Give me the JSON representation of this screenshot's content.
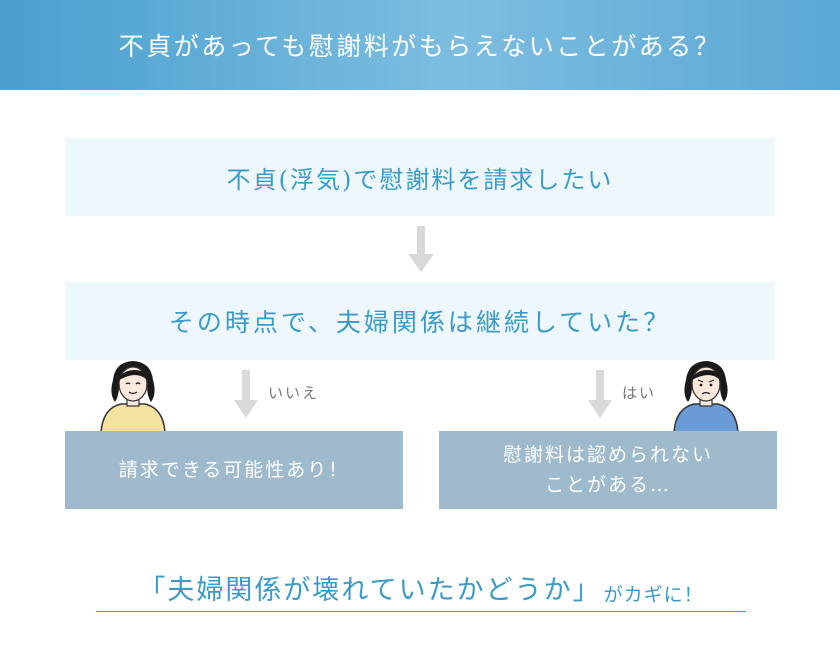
{
  "header": {
    "title": "不貞があっても慰謝料がもらえないことがある？"
  },
  "flow": {
    "step1": "不貞(浮気)で慰謝料を請求したい",
    "step2": "その時点で、夫婦関係は継続していた？",
    "no_label": "いいえ",
    "yes_label": "はい",
    "no_result": "請求できる可能性あり！",
    "yes_result_line1": "慰謝料は認められない",
    "yes_result_line2": "ことがある…"
  },
  "conclusion": {
    "main": "「夫婦関係が壊れていたかどうか」",
    "sub": "がカギに！"
  },
  "colors": {
    "accent": "#3a9bc8",
    "light_box": "#eef7fb",
    "result_box": "#9fbacd",
    "arrow": "#d9d9d9"
  },
  "icons": {
    "arrow": "down-arrow-icon",
    "person_happy": "woman-smiling-icon",
    "person_worried": "woman-worried-icon"
  }
}
